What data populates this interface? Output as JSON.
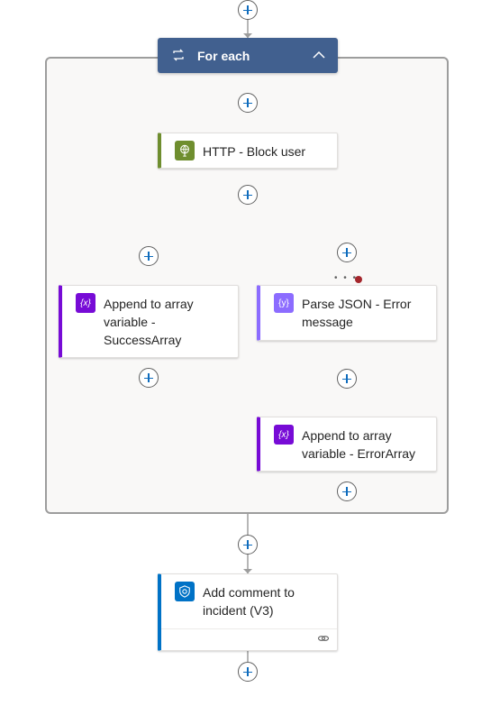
{
  "foreach": {
    "title": "For each",
    "icon": "loop-icon"
  },
  "actions": {
    "http_block_user": {
      "label": "HTTP - Block user",
      "icon": "http-icon",
      "accent": "#6f8e2f"
    },
    "append_success": {
      "label": "Append to array variable - SuccessArray",
      "icon": "variable-icon",
      "accent": "#770bd6"
    },
    "parse_json_error": {
      "label": "Parse JSON - Error message",
      "icon": "parse-json-icon",
      "accent": "#8c6cff"
    },
    "append_error": {
      "label": "Append to array variable - ErrorArray",
      "icon": "variable-icon",
      "accent": "#770bd6"
    },
    "add_comment": {
      "label": "Add comment to incident (V3)",
      "icon": "sentinel-icon",
      "accent": "#0072c6"
    }
  },
  "colors": {
    "foreach_header": "#41608f",
    "add_icon": "#0f6cbd",
    "error_marker": "#a4262c",
    "connector": "#9d9d9d"
  }
}
